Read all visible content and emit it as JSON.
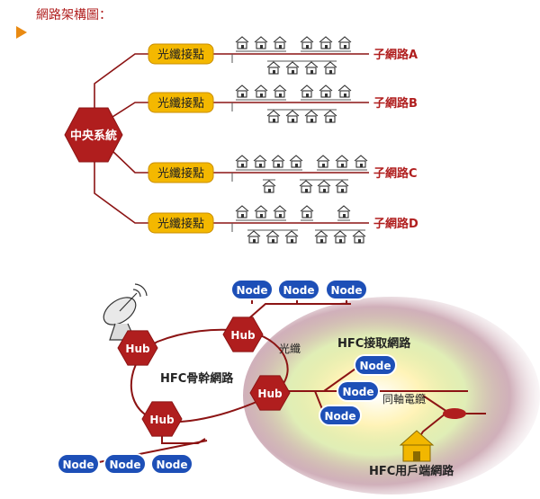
{
  "title": "網路架構圖：",
  "colors": {
    "red": "#b01e1e",
    "dark_red": "#8c1414",
    "amber": "#f4b800",
    "node_blue": "#1d4fb7",
    "house": "#f2b700"
  },
  "top_diagram": {
    "center_label": "中央系統",
    "branches": [
      {
        "node_label": "光纖接點",
        "subnet_label": "子網路A"
      },
      {
        "node_label": "光纖接點",
        "subnet_label": "子網路B"
      },
      {
        "node_label": "光纖接點",
        "subnet_label": "子網路C"
      },
      {
        "node_label": "光纖接點",
        "subnet_label": "子網路D"
      }
    ]
  },
  "bottom_diagram": {
    "hub_label": "Hub",
    "node_label": "Node",
    "backbone_label": "HFC骨幹網路",
    "fiber_label": "光纖",
    "access_label": "HFC接取網路",
    "coax_label": "同軸電纜",
    "home_label": "HFC用戶端網路"
  }
}
